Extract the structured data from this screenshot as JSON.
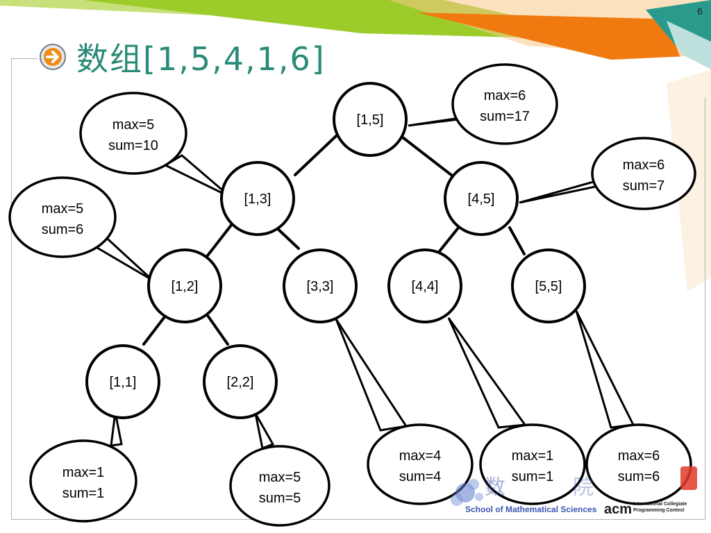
{
  "page_number": "6",
  "title": "数组[1,5,4,1,6]",
  "nodes": [
    {
      "id": "n15",
      "label": "[1,5]"
    },
    {
      "id": "n13",
      "label": "[1,3]"
    },
    {
      "id": "n45",
      "label": "[4,5]"
    },
    {
      "id": "n12",
      "label": "[1,2]"
    },
    {
      "id": "n33",
      "label": "[3,3]"
    },
    {
      "id": "n44",
      "label": "[4,4]"
    },
    {
      "id": "n55",
      "label": "[5,5]"
    },
    {
      "id": "n11",
      "label": "[1,1]"
    },
    {
      "id": "n22",
      "label": "[2,2]"
    }
  ],
  "callouts": [
    {
      "node": "n15",
      "max": "max=6",
      "sum": "sum=17"
    },
    {
      "node": "n13",
      "max": "max=5",
      "sum": "sum=10"
    },
    {
      "node": "n45",
      "max": "max=6",
      "sum": "sum=7"
    },
    {
      "node": "n12",
      "max": "max=5",
      "sum": "sum=6"
    },
    {
      "node": "n11",
      "max": "max=1",
      "sum": "sum=1"
    },
    {
      "node": "n22",
      "max": "max=5",
      "sum": "sum=5"
    },
    {
      "node": "n33",
      "max": "max=4",
      "sum": "sum=4"
    },
    {
      "node": "n44",
      "max": "max=1",
      "sum": "sum=1"
    },
    {
      "node": "n55",
      "max": "max=6",
      "sum": "sum=6"
    }
  ],
  "footer": {
    "school_label": "School of Mathematical Sciences",
    "acm_label": "acm",
    "icpc_line1": "International Collegiate",
    "icpc_line2": "Programming Contest"
  },
  "colors": {
    "title": "#2a8a77",
    "stripe_green": "#9ccc2a",
    "stripe_orange": "#f07a10",
    "stripe_teal": "#2a9a8c",
    "logo_blue": "#3a55b0"
  }
}
